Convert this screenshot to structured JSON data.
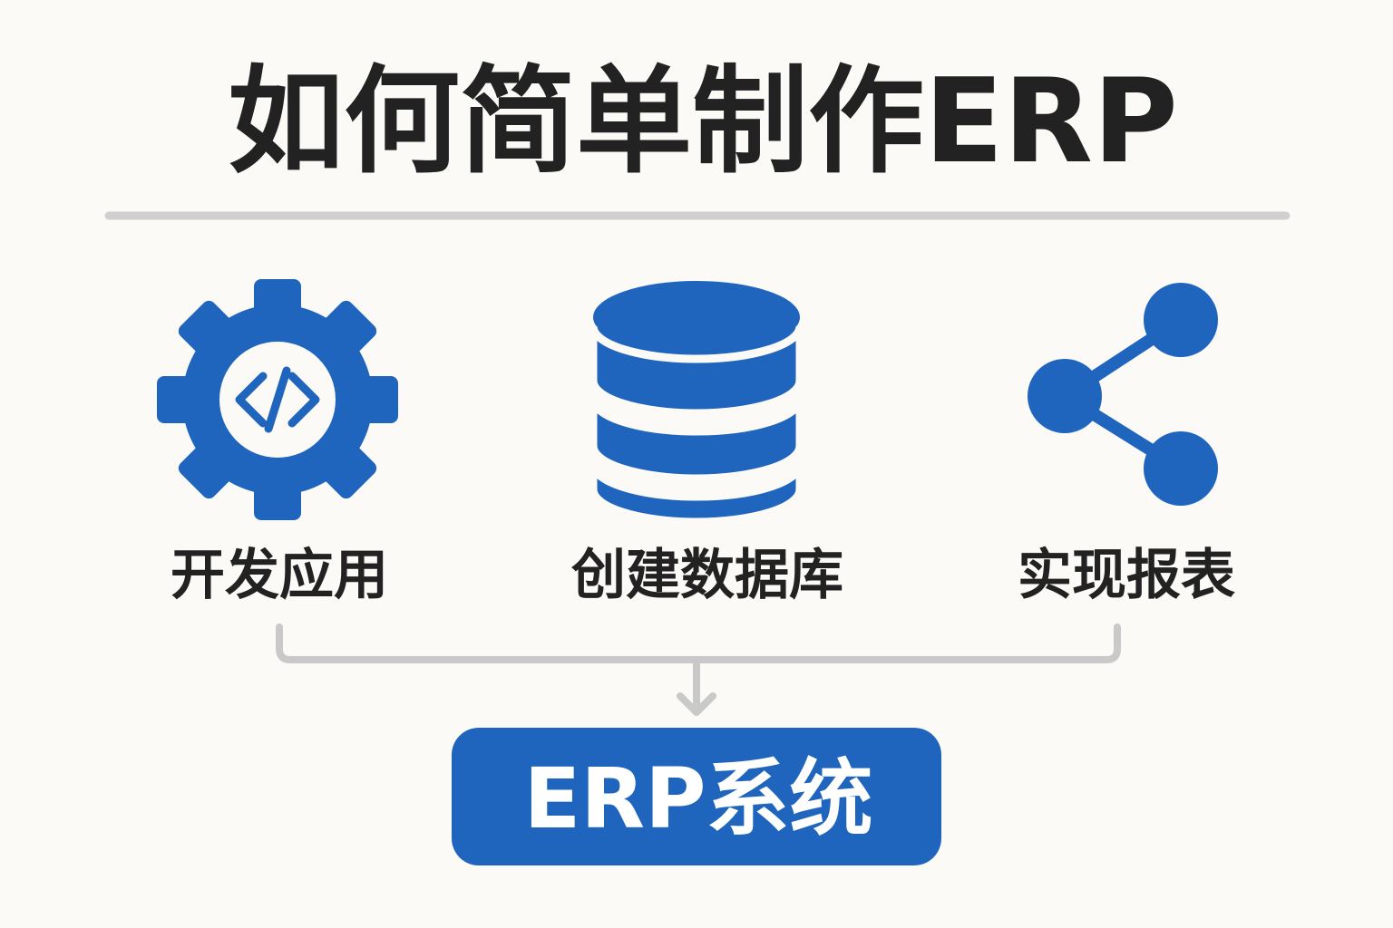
{
  "title": "如何简单制作ERP",
  "steps": [
    {
      "label": "开发应用",
      "icon": "gear-code-icon"
    },
    {
      "label": "创建数据库",
      "icon": "database-icon"
    },
    {
      "label": "实现报表",
      "icon": "share-icon"
    }
  ],
  "result": {
    "label": "ERP系统"
  },
  "colors": {
    "accent": "#1f65be",
    "background": "#fbfaf6",
    "connector": "#c9c9c9",
    "text": "#222222"
  }
}
